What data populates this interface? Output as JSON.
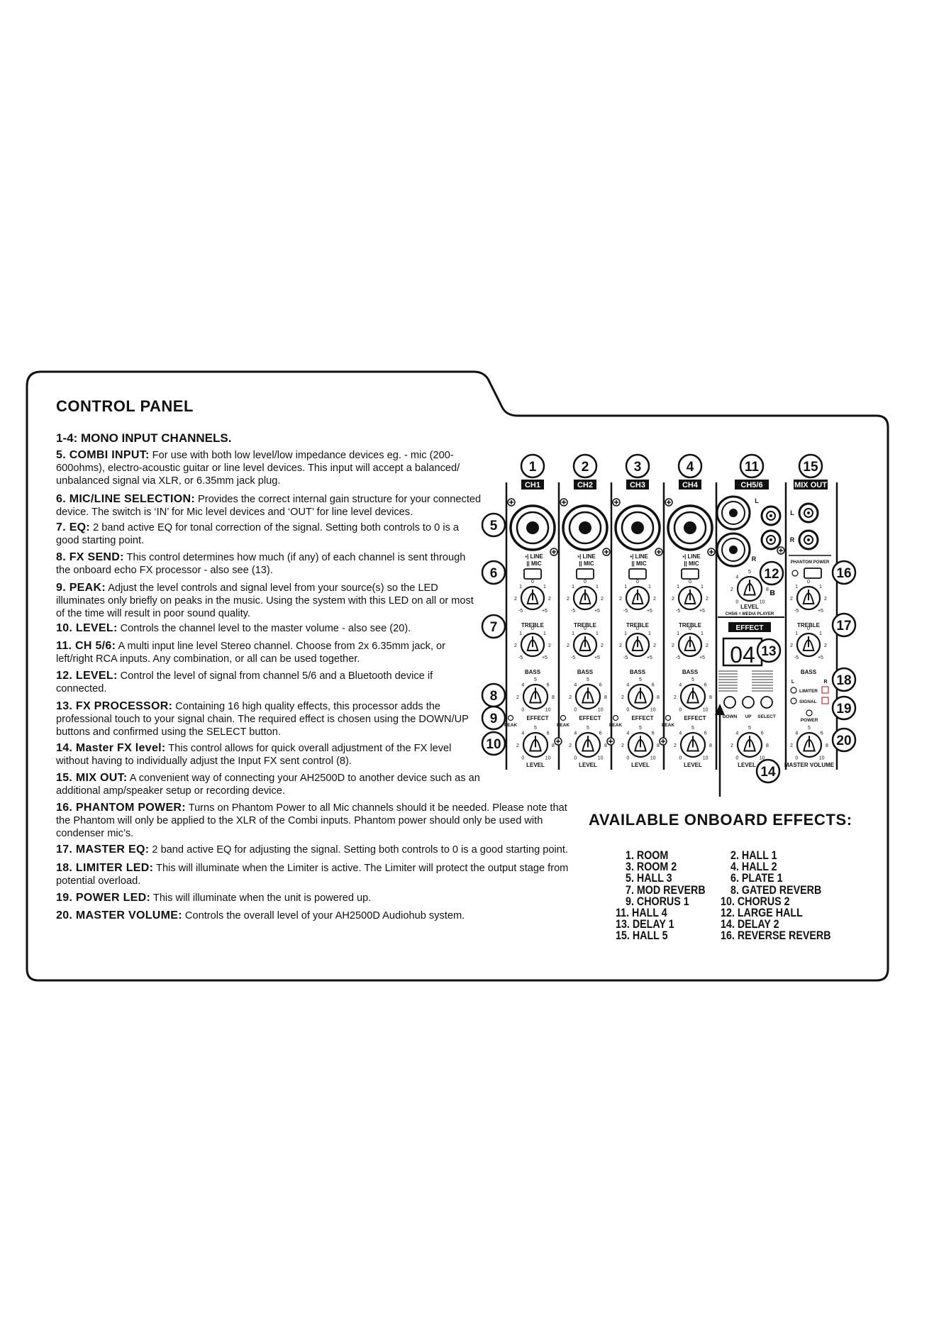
{
  "panel_title": "CONTROL PANEL",
  "section_head": "1-4: MONO INPUT CHANNELS.",
  "items": [
    {
      "label": "5.  COMBI  INPUT:",
      "text": " For use with both low level/low impedance devices eg. - mic (200-600ohms), electro-acoustic guitar or line level devices. This input will accept a balanced/ unbalanced signal via XLR, or 6.35mm jack plug."
    },
    {
      "label": "6.  MIC/LINE SELECTION:",
      "text": " Provides the correct internal gain structure for your connected device. The switch is ‘IN’ for Mic level devices and ‘OUT’ for line level devices."
    },
    {
      "label": "7.  EQ:",
      "text": " 2 band active EQ for tonal correction of the signal.  Setting both controls to 0 is a good starting point."
    },
    {
      "label": "8.  FX SEND:",
      "text": " This control determines how much (if any) of each channel is sent through the onboard echo FX processor - also see (13)."
    },
    {
      "label": "9.  PEAK:",
      "text": " Adjust the level controls and signal level from your source(s) so the LED illuminates only briefly on peaks in the music.  Using the system with this LED on all or most of the time will result in poor sound quality."
    },
    {
      "label": "10.  LEVEL:",
      "text": " Controls the channel level to the master volume - also see (20)."
    },
    {
      "label": "11.  CH 5/6:",
      "text": " A multi input line level Stereo channel.  Choose from 2x 6.35mm jack, or left/right RCA inputs.  Any combination, or all can be used together."
    },
    {
      "label": "12.  LEVEL:",
      "text": "  Control the level of signal from channel 5/6 and a Bluetooth device if connected."
    },
    {
      "label": "13.  FX PROCESSOR:",
      "text": "  Containing 16 high quality effects, this processor adds the professional touch to your signal chain. The required effect is chosen using the DOWN/UP buttons and confirmed using the SELECT button."
    },
    {
      "label": "14.  Master FX level:",
      "text": " This control allows for quick overall adjustment of the FX level without having to individually adjust the Input FX sent control (8)."
    },
    {
      "label": "15.  MIX OUT:",
      "text": "  A convenient way of connecting your AH2500D to another device such as an additional amp/speaker setup or recording device."
    },
    {
      "label": "16. PHANTOM POWER:",
      "text": "  Turns on Phantom Power to all Mic channels should it be needed.  Please note that the Phantom will only be applied to the XLR of the Combi inputs.  Phantom power should only be used with condenser mic’s."
    },
    {
      "label": "17.  MASTER EQ:",
      "text": "  2 band active EQ for adjusting the signal.  Setting both controls to 0 is a good starting point."
    },
    {
      "label": "18. LIMITER LED:",
      "text": "  This will illuminate when the Limiter is active. The Limiter will protect the output stage from potential overload."
    },
    {
      "label": "19. POWER LED:",
      "text": " This will illuminate when the unit is powered up."
    },
    {
      "label": "20.  MASTER VOLUME:",
      "text": "  Controls the overall level of your AH2500D Audiohub system."
    }
  ],
  "effects_title": "AVAILABLE ONBOARD EFFECTS:",
  "effects": [
    "1. ROOM",
    "2. HALL 1",
    "3. ROOM 2",
    "4. HALL 2",
    "5. HALL 3",
    "6. PLATE 1",
    "7. MOD REVERB",
    "8. GATED REVERB",
    "9. CHORUS 1",
    "10. CHORUS 2",
    "11. HALL 4",
    "12. LARGE HALL",
    "13. DELAY 1",
    "14. DELAY 2",
    "15. HALL 5",
    "16. REVERSE REVERB"
  ],
  "diagram": {
    "channel_labels": [
      "CH1",
      "CH2",
      "CH3",
      "CH4",
      "CH5/6",
      "MIX OUT"
    ],
    "channel_numbers": [
      "1",
      "2",
      "3",
      "4",
      "11",
      "15"
    ],
    "callouts_left": [
      "5",
      "6",
      "7",
      "8",
      "9",
      "10"
    ],
    "callouts_right": [
      "16",
      "17",
      "18",
      "19",
      "20"
    ],
    "callout_12": "12",
    "callout_13": "13",
    "callout_14": "14",
    "line_label": "LINE",
    "mic_label": "MIC",
    "treble_label": "TREBLE",
    "bass_label": "BASS",
    "effect_label": "EFFECT",
    "peak_label": "PEAK",
    "level_label": "LEVEL",
    "ch56_level_sub": "CH5/6 = MEDIA PLAYER",
    "effect_box_label": "EFFECT",
    "display_value": "04",
    "buttons": [
      "DOWN",
      "UP",
      "SELECT"
    ],
    "phantom_power_label": "PHANTOM POWER",
    "limiter_label": "LIMITER",
    "signal_label": "SIGNAL",
    "power_label": "POWER",
    "master_volume_label": "MASTER VOLUME",
    "left_right": [
      "L",
      "R"
    ]
  }
}
